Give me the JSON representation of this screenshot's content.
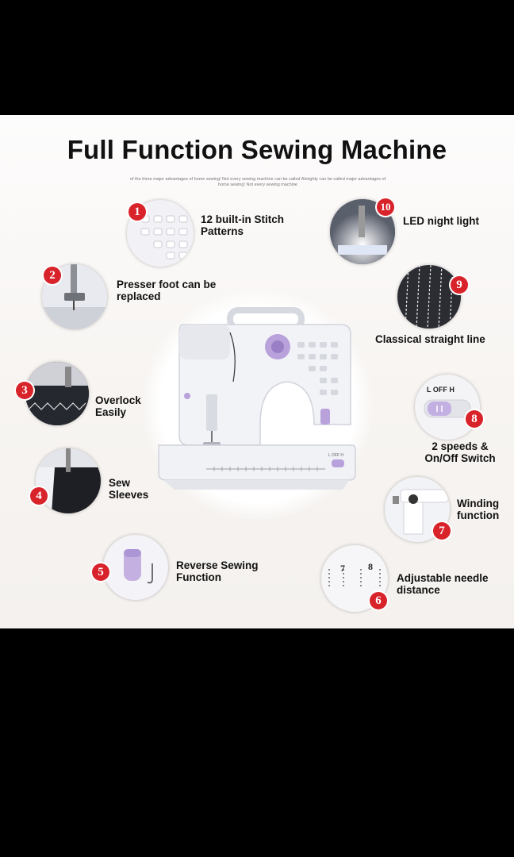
{
  "title": "Full Function Sewing Machine",
  "subtitle": "of the three major advantages of home sewing! Not every sewing machine can be called Almighty can be called major advantages of home sewing! Not every sewing machine",
  "features": [
    {
      "number": "1",
      "label": "12 built-in Stitch Patterns"
    },
    {
      "number": "2",
      "label": "Presser foot can be replaced"
    },
    {
      "number": "3",
      "label": "Overlock Easily"
    },
    {
      "number": "4",
      "label": "Sew Sleeves"
    },
    {
      "number": "5",
      "label": "Reverse Sewing Function"
    },
    {
      "number": "6",
      "label": "Adjustable needle distance"
    },
    {
      "number": "7",
      "label": "Winding function"
    },
    {
      "number": "8",
      "label": "2 speeds & On/Off Switch"
    },
    {
      "number": "9",
      "label": "Classical straight line"
    },
    {
      "number": "10",
      "label": "LED night light"
    }
  ],
  "switch_text": "L OFF H",
  "machine_switch_text": "L  OFF  H",
  "needle_marks": {
    "left": "7",
    "right": "8"
  },
  "colors": {
    "badge": "#d8232a",
    "accent": "#a98fd4",
    "machine": "#eceef4"
  }
}
